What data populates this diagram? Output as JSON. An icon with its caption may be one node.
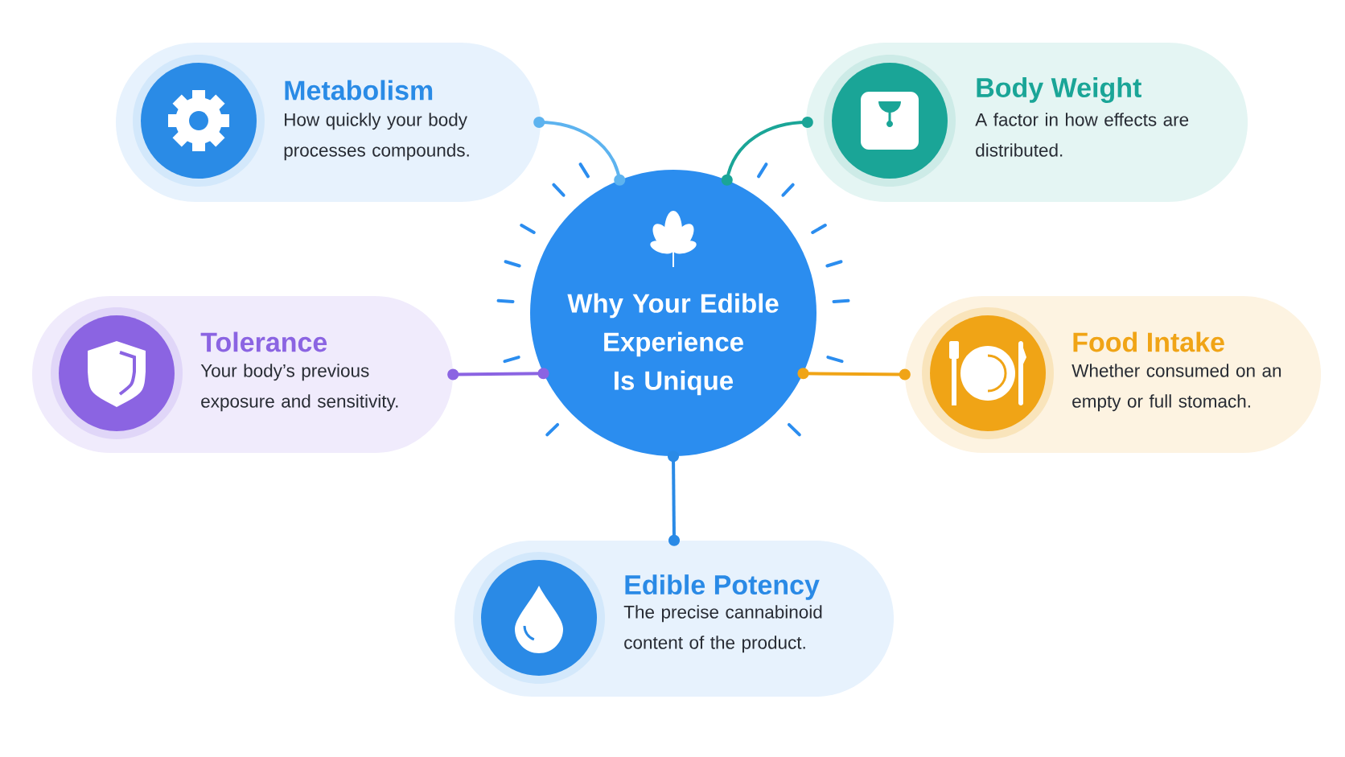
{
  "diagram": {
    "nodes": [
      {
        "text": [
          "Why Your Edible Experience Is Unique"
        ]
      },
      {
        "text": [
          "Metabolism",
          "How quickly your body processes compounds."
        ]
      },
      {
        "text": [
          "Body Weight",
          "A factor in how effects are distributed."
        ]
      },
      {
        "text": [
          "Tolerance",
          "Your body’s previous exposure and sensitivity."
        ]
      },
      {
        "text": [
          "Food Intake",
          "Whether consumed on an empty or full stomach."
        ]
      },
      {
        "text": [
          "Edible Potency",
          "The precise cannabinoid content of the product."
        ]
      }
    ],
    "edges": [
      {
        "from": 0,
        "to": 1,
        "arrow": "other",
        "color": "#5db3ef"
      },
      {
        "from": 0,
        "to": 2,
        "arrow": "other",
        "color": "#1aa597"
      },
      {
        "from": 0,
        "to": 3,
        "arrow": "other",
        "color": "#8b64e2"
      },
      {
        "from": 0,
        "to": 4,
        "arrow": "other",
        "color": "#f0a416"
      },
      {
        "from": 0,
        "to": 5,
        "arrow": "other",
        "color": "#2a8ae6"
      }
    ]
  }
}
